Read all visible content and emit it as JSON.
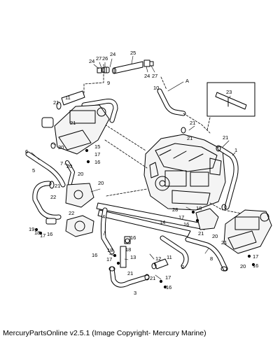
{
  "caption": "MercuryPartsOnline v2.5.1 (Image Copyright- Mercury Marine)",
  "callouts": [
    {
      "id": "c24a",
      "text": "24"
    },
    {
      "id": "c27a",
      "text": "27"
    },
    {
      "id": "c26",
      "text": "26"
    },
    {
      "id": "c24b",
      "text": "24"
    },
    {
      "id": "c25",
      "text": "25"
    },
    {
      "id": "c24c",
      "text": "24"
    },
    {
      "id": "c27b",
      "text": "27"
    },
    {
      "id": "c9",
      "text": "9"
    },
    {
      "id": "c10",
      "text": "10"
    },
    {
      "id": "cA",
      "text": "A"
    },
    {
      "id": "c23",
      "text": "23"
    },
    {
      "id": "c11",
      "text": "11"
    },
    {
      "id": "c21a",
      "text": "21"
    },
    {
      "id": "c21b",
      "text": "21"
    },
    {
      "id": "c21c",
      "text": "21"
    },
    {
      "id": "c21d",
      "text": "21"
    },
    {
      "id": "c21e",
      "text": "21"
    },
    {
      "id": "c1",
      "text": "1"
    },
    {
      "id": "c6",
      "text": "6"
    },
    {
      "id": "c20a",
      "text": "20"
    },
    {
      "id": "c15a",
      "text": "15"
    },
    {
      "id": "c17a",
      "text": "17"
    },
    {
      "id": "c16a",
      "text": "16"
    },
    {
      "id": "c7",
      "text": "7"
    },
    {
      "id": "c20b",
      "text": "20"
    },
    {
      "id": "c5",
      "text": "5"
    },
    {
      "id": "c20c",
      "text": "20"
    },
    {
      "id": "c21f",
      "text": "21"
    },
    {
      "id": "c20d",
      "text": "20"
    },
    {
      "id": "c22a",
      "text": "22"
    },
    {
      "id": "c4",
      "text": "4"
    },
    {
      "id": "c22b",
      "text": "22"
    },
    {
      "id": "c19",
      "text": "19"
    },
    {
      "id": "c18a",
      "text": "18"
    },
    {
      "id": "c17b",
      "text": "17"
    },
    {
      "id": "c16b",
      "text": "16"
    },
    {
      "id": "c14",
      "text": "14"
    },
    {
      "id": "c28",
      "text": "28"
    },
    {
      "id": "c18b",
      "text": "18"
    },
    {
      "id": "c17c",
      "text": "17"
    },
    {
      "id": "c16c",
      "text": "16"
    },
    {
      "id": "c21g",
      "text": "21"
    },
    {
      "id": "c16d",
      "text": "16"
    },
    {
      "id": "c17d",
      "text": "17"
    },
    {
      "id": "c18c",
      "text": "18"
    },
    {
      "id": "c20e",
      "text": "20"
    },
    {
      "id": "c21h",
      "text": "21"
    },
    {
      "id": "c16e",
      "text": "16"
    },
    {
      "id": "c18d",
      "text": "18"
    },
    {
      "id": "c13",
      "text": "13"
    },
    {
      "id": "c21i",
      "text": "21"
    },
    {
      "id": "c12",
      "text": "12"
    },
    {
      "id": "c11b",
      "text": "11"
    },
    {
      "id": "c2",
      "text": "2"
    },
    {
      "id": "c8",
      "text": "8"
    },
    {
      "id": "c20f",
      "text": "20"
    },
    {
      "id": "c17e",
      "text": "17"
    },
    {
      "id": "c16f",
      "text": "16"
    },
    {
      "id": "c3",
      "text": "3"
    },
    {
      "id": "c17f",
      "text": "17"
    },
    {
      "id": "c16g",
      "text": "16"
    },
    {
      "id": "c21j",
      "text": "21"
    }
  ]
}
